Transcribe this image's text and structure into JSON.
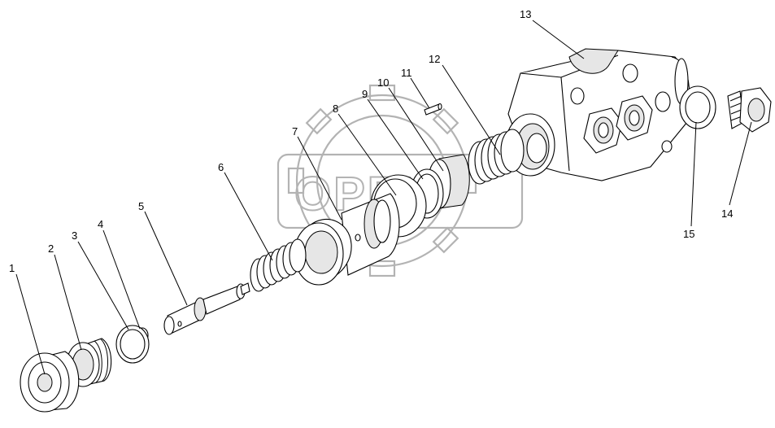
{
  "diagram": {
    "watermark_text": "ОРЕХ",
    "callouts": [
      {
        "id": "c1",
        "label": "1"
      },
      {
        "id": "c2",
        "label": "2"
      },
      {
        "id": "c3",
        "label": "3"
      },
      {
        "id": "c4",
        "label": "4"
      },
      {
        "id": "c5",
        "label": "5"
      },
      {
        "id": "c6",
        "label": "6"
      },
      {
        "id": "c7",
        "label": "7"
      },
      {
        "id": "c8",
        "label": "8"
      },
      {
        "id": "c9",
        "label": "9"
      },
      {
        "id": "c10",
        "label": "10"
      },
      {
        "id": "c11",
        "label": "11"
      },
      {
        "id": "c12",
        "label": "12"
      },
      {
        "id": "c13",
        "label": "13"
      },
      {
        "id": "c14",
        "label": "14"
      },
      {
        "id": "c15",
        "label": "15"
      }
    ]
  }
}
